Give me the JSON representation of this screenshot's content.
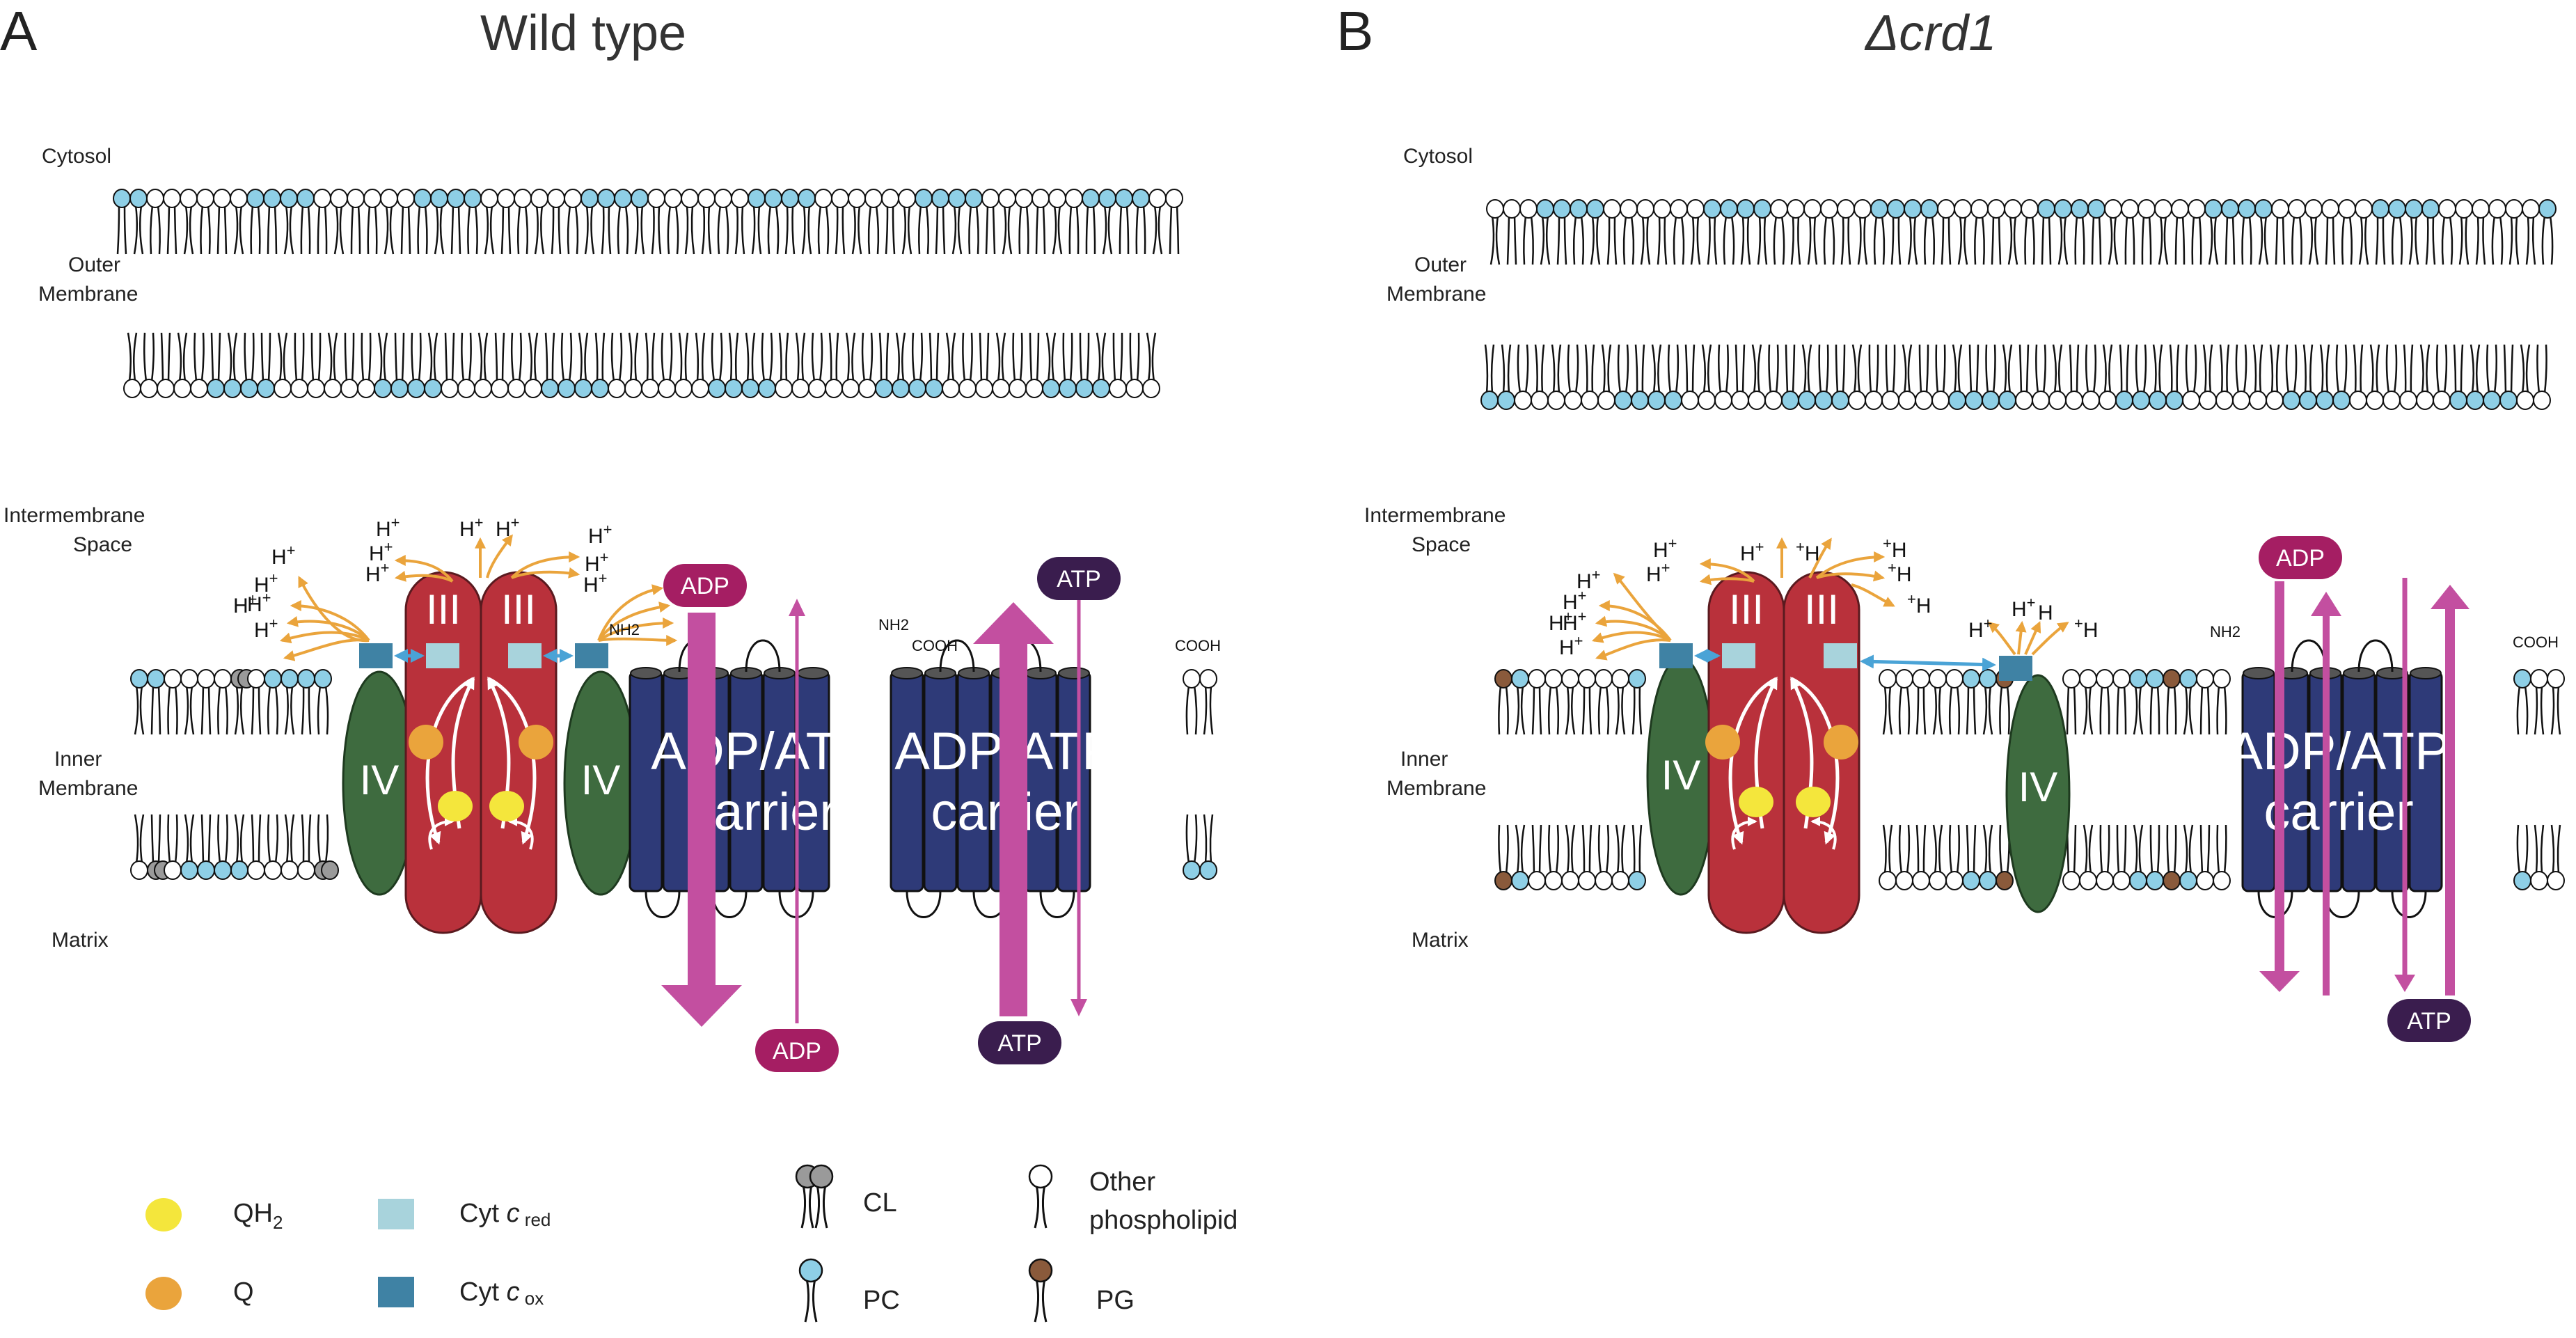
{
  "panels": [
    {
      "letter": "A",
      "title": "Wild type"
    },
    {
      "letter": "B",
      "title": "Δcrd1"
    }
  ],
  "regions": {
    "cytosol": "Cytosol",
    "outer_membrane": [
      "Outer",
      "Membrane"
    ],
    "intermembrane_space": [
      "Intermembrane",
      "Space"
    ],
    "inner_membrane": [
      "Inner",
      "Membrane"
    ],
    "matrix": "Matrix"
  },
  "complexes": {
    "complex_iv": "IV",
    "complex_iii": "III",
    "carrier": [
      "ADP/ATP",
      "carrier"
    ]
  },
  "badges": {
    "adp": "ADP",
    "atp": "ATP"
  },
  "chem": {
    "h_plus": "H",
    "plus": "+",
    "nh2": "NH2",
    "cooh": "COOH"
  },
  "legend": {
    "qh2": "QH2",
    "q": "Q",
    "cytc_red": "Cyt c red",
    "cytc_ox": "Cyt c ox",
    "cl": "CL",
    "pc": "PC",
    "other": [
      "Other",
      "phospholipid"
    ],
    "pg": "PG"
  },
  "colors": {
    "complex_iv": "#3e6b3f",
    "complex_iii": "#b9313b",
    "carrier": "#2e3a78",
    "pc_head": "#8ecfe6",
    "pg_head": "#8a5a3b",
    "cl_head": "#9a9a9a",
    "qh2": "#f4e63c",
    "q": "#eaa43c",
    "cytc_red": "#a8d3dc",
    "cytc_ox": "#3f82a4",
    "adp_badge": "#a51e63",
    "atp_badge": "#3a1d4e",
    "transport_arrow": "#c34fa0",
    "proton_arrow": "#eaa43c",
    "electron_arrow": "#4aa3d6"
  }
}
